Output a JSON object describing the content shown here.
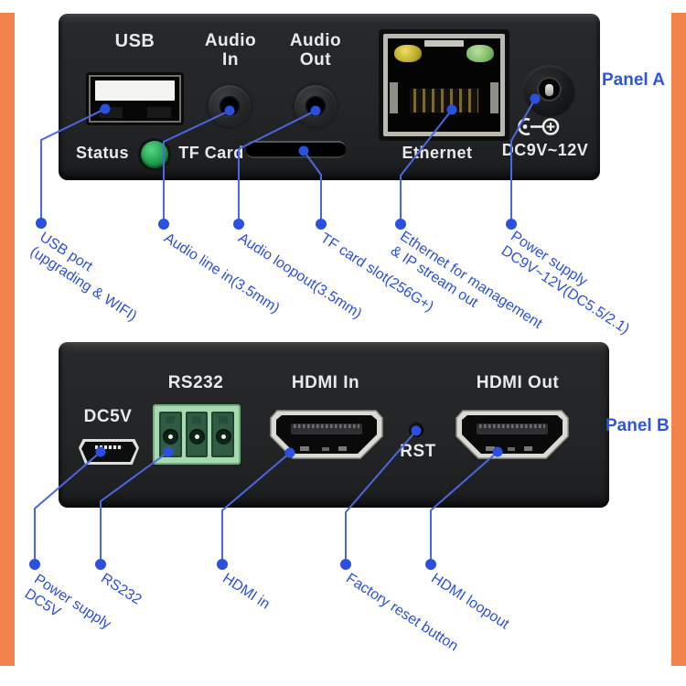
{
  "colors": {
    "accent_orange": "#F2834D",
    "annotation_blue": "#2B50DF",
    "led_green": "#1EA04C",
    "rs232_green": "#A9D9B1"
  },
  "panel_a": {
    "side_label": "Panel A",
    "labels": {
      "usb": "USB",
      "audio_in_1": "Audio",
      "audio_in_2": "In",
      "audio_out_1": "Audio",
      "audio_out_2": "Out",
      "status": "Status",
      "tf_card": "TF Card",
      "ethernet": "Ethernet",
      "dc": "DC9V~12V"
    },
    "annotations": [
      {
        "line1": "USB port",
        "line2": "(upgrading & WIFI)"
      },
      {
        "line1": "Audio line in(3.5mm)"
      },
      {
        "line1": "Audio loopout(3.5mm)"
      },
      {
        "line1": "TF card slot(256G+)"
      },
      {
        "line1": "Ethernet for management",
        "line2": "& IP stream out"
      },
      {
        "line1": "Power supply",
        "line2": "DC9V~12V(DC5.5/2.1)"
      }
    ]
  },
  "panel_b": {
    "side_label": "Panel B",
    "labels": {
      "dc5v": "DC5V",
      "rs232": "RS232",
      "hdmi_in": "HDMI In",
      "rst": "RST",
      "hdmi_out": "HDMI Out"
    },
    "annotations": [
      {
        "line1": "Power supply",
        "line2": "DC5V"
      },
      {
        "line1": "RS232"
      },
      {
        "line1": "HDMI in"
      },
      {
        "line1": "Factory reset button"
      },
      {
        "line1": "HDMI loopout"
      }
    ]
  }
}
